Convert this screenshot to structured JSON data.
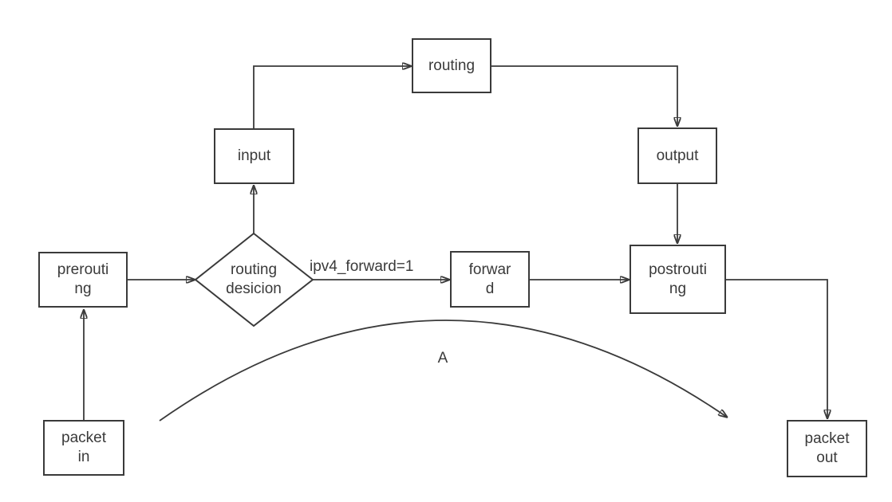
{
  "diagram": {
    "title_hint": "packet flow diagram",
    "colors": {
      "stroke": "#3a3a3a",
      "text": "#3a3a3a",
      "background": "#ffffff"
    },
    "nodes": {
      "packet_in": {
        "label": "packet\nin",
        "shape": "rect"
      },
      "prerouting": {
        "label": "prerouti\nng",
        "shape": "rect"
      },
      "routing_decision": {
        "label": "routing\ndesicion",
        "shape": "diamond"
      },
      "input": {
        "label": "input",
        "shape": "rect"
      },
      "routing": {
        "label": "routing",
        "shape": "rect"
      },
      "output": {
        "label": "output",
        "shape": "rect"
      },
      "forward": {
        "label": "forwar\nd",
        "shape": "rect"
      },
      "postrouting": {
        "label": "postrouti\nng",
        "shape": "rect"
      },
      "packet_out": {
        "label": "packet\nout",
        "shape": "rect"
      }
    },
    "edges": [
      {
        "from": "packet_in",
        "to": "prerouting",
        "label": ""
      },
      {
        "from": "prerouting",
        "to": "routing_decision",
        "label": ""
      },
      {
        "from": "routing_decision",
        "to": "input",
        "label": ""
      },
      {
        "from": "input",
        "to": "routing",
        "label": ""
      },
      {
        "from": "routing",
        "to": "output",
        "label": ""
      },
      {
        "from": "output",
        "to": "postrouting",
        "label": ""
      },
      {
        "from": "routing_decision",
        "to": "forward",
        "label": "ipv4_forward=1"
      },
      {
        "from": "forward",
        "to": "postrouting",
        "label": ""
      },
      {
        "from": "postrouting",
        "to": "packet_out",
        "label": ""
      },
      {
        "from": "packet_in_area",
        "to": "packet_out_area",
        "label": "A",
        "type": "curved-arrow"
      }
    ],
    "edge_labels": {
      "ipv4_forward": "ipv4_forward=1",
      "curve": "A"
    }
  }
}
